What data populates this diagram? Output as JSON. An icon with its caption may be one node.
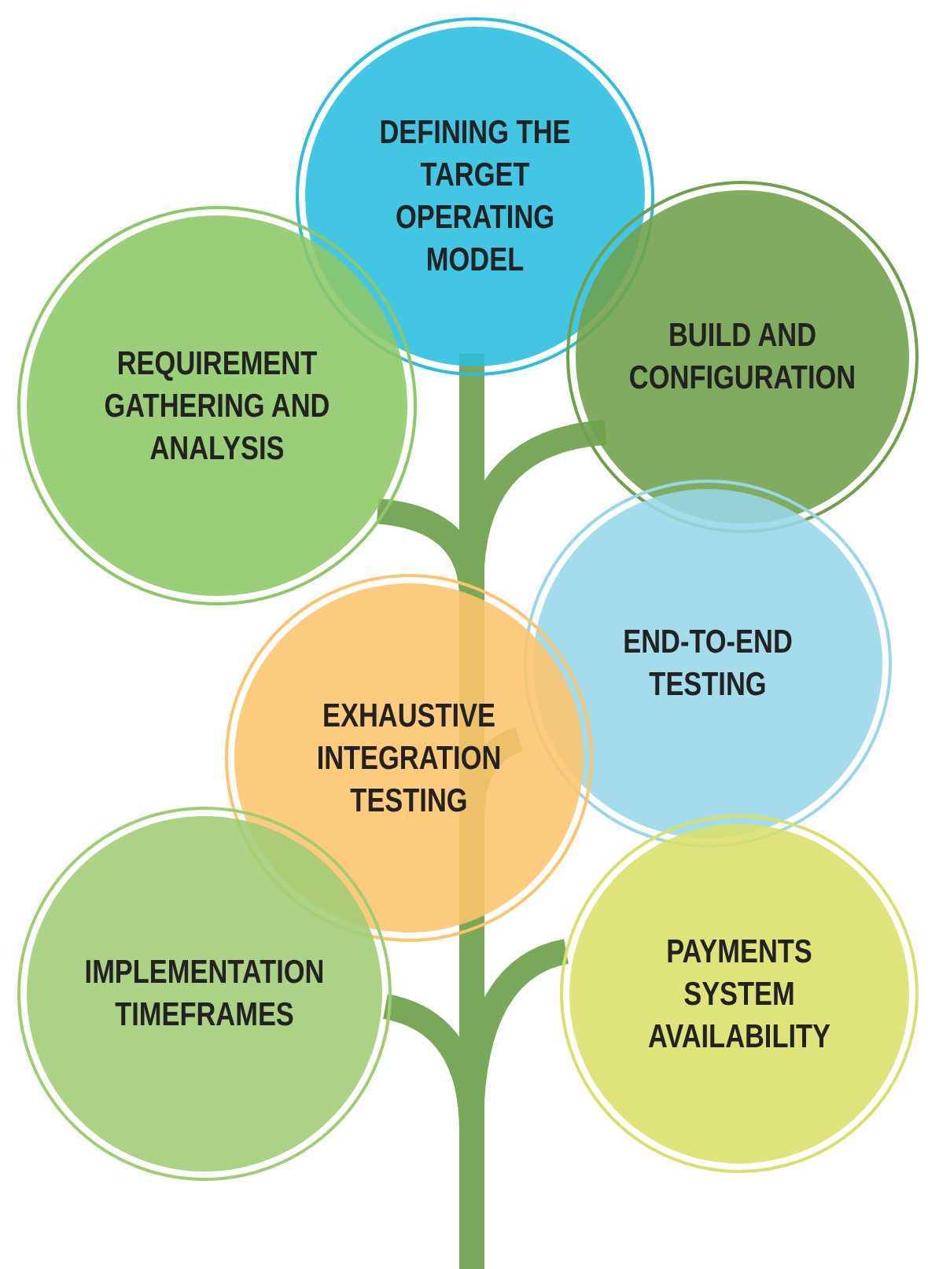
{
  "diagram": {
    "nodes": [
      {
        "text": [
          "DEFINING THE TARGET OPERATING MODEL"
        ]
      },
      {
        "text": [
          "REQUIREMENT GATHERING AND ANALYSIS"
        ]
      },
      {
        "text": [
          "BUILD AND CONFIGURATION"
        ]
      },
      {
        "text": [
          "END-TO-END TESTING"
        ]
      },
      {
        "text": [
          "EXHAUSTIVE INTEGRATION TESTING"
        ]
      },
      {
        "text": [
          "IMPLEMENTATION TIMEFRAMES"
        ]
      },
      {
        "text": [
          "PAYMENTS SYSTEM AVAILABILITY"
        ]
      }
    ]
  }
}
